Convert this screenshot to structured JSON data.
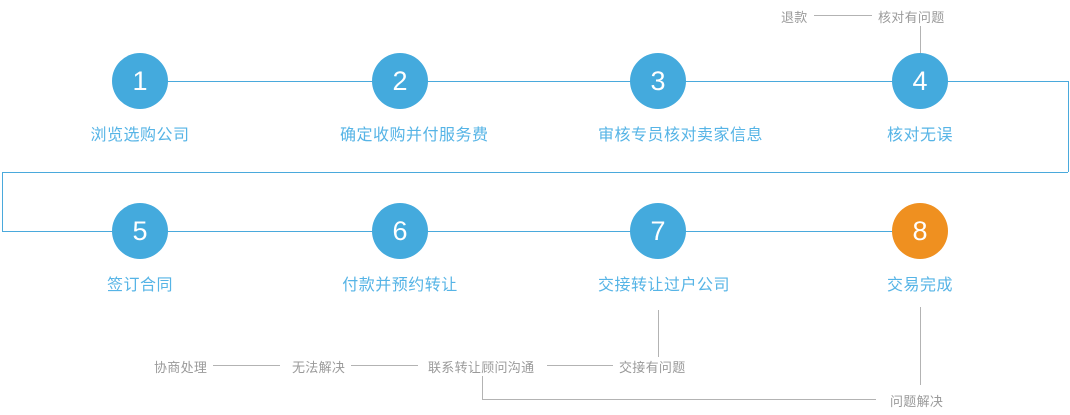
{
  "diagram": {
    "title": "company transfer transaction flow",
    "accent_color": "#44aadd",
    "highlight_color": "#ef9020",
    "note_color": "#9a9a9a",
    "label_color": "#56b4e6"
  },
  "steps": [
    {
      "number": "1",
      "label": "浏览选购公司",
      "state": "normal"
    },
    {
      "number": "2",
      "label": "确定收购并付服务费",
      "state": "normal"
    },
    {
      "number": "3",
      "label": "审核专员核对卖家信息",
      "state": "normal"
    },
    {
      "number": "4",
      "label": "核对无误",
      "state": "normal"
    },
    {
      "number": "5",
      "label": "签订合同",
      "state": "normal"
    },
    {
      "number": "6",
      "label": "付款并预约转让",
      "state": "normal"
    },
    {
      "number": "7",
      "label": "交接转让过户公司",
      "state": "normal"
    },
    {
      "number": "8",
      "label": "交易完成",
      "state": "highlight"
    }
  ],
  "notes": {
    "top": [
      {
        "text": "退款"
      },
      {
        "text": "核对有问题"
      }
    ],
    "bottom": [
      {
        "text": "协商处理"
      },
      {
        "text": "无法解决"
      },
      {
        "text": "联系转让顾问沟通"
      },
      {
        "text": "交接有问题"
      }
    ],
    "resolved": {
      "text": "问题解决"
    }
  }
}
